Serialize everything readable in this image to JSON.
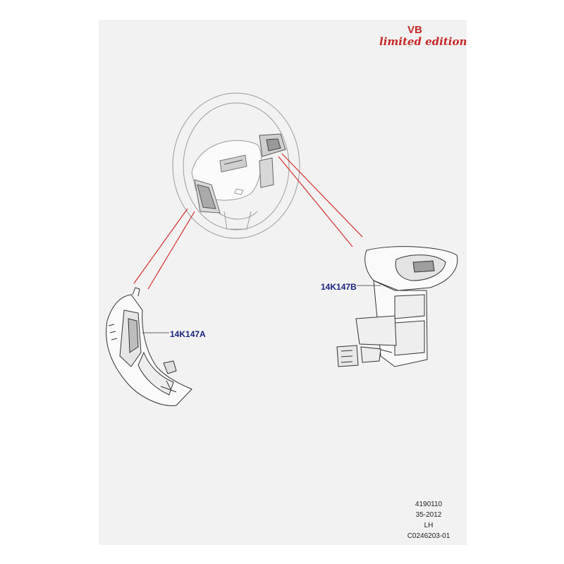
{
  "brand": {
    "code": "VB",
    "edition": "limited edition",
    "color": "#c62828"
  },
  "callouts": {
    "left_switch_pack": "14K147A",
    "right_switch_pack": "14K147B",
    "color": "#1a237e"
  },
  "reference": {
    "line1": "4190110",
    "line2": "35-2012",
    "line3": "LH",
    "line4": "C0246203-01"
  },
  "leader_color": "#d32f2f"
}
